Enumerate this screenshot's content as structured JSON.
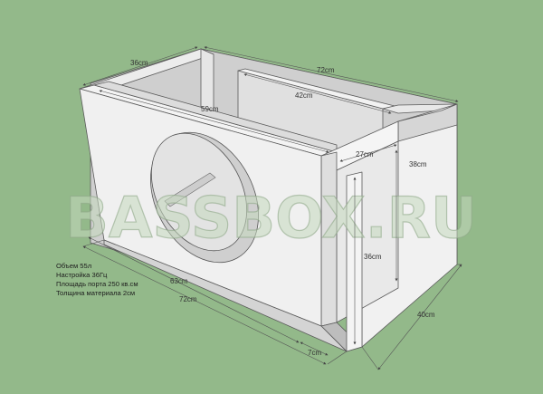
{
  "watermark": "BASSBOX.RU",
  "specs": [
    "Объем 55л",
    "Настройка 36Гц",
    "Площадь порта 250 кв.см",
    "Толщина материала 2см"
  ],
  "dimensions": {
    "width_top": "72cm",
    "depth_top": "36cm",
    "port_depth": "42cm",
    "inner_length": "59cm",
    "port_offset": "27cm",
    "port_height_inner": "38cm",
    "port_height": "36cm",
    "depth_side": "40cm",
    "inner_width": "63cm",
    "total_width": "72cm",
    "port_width": "7cm"
  },
  "colors": {
    "background": "#93b98a",
    "panel_front": "#f0f0f0",
    "panel_inner": "#e2e2e2",
    "edge": "#555555"
  }
}
